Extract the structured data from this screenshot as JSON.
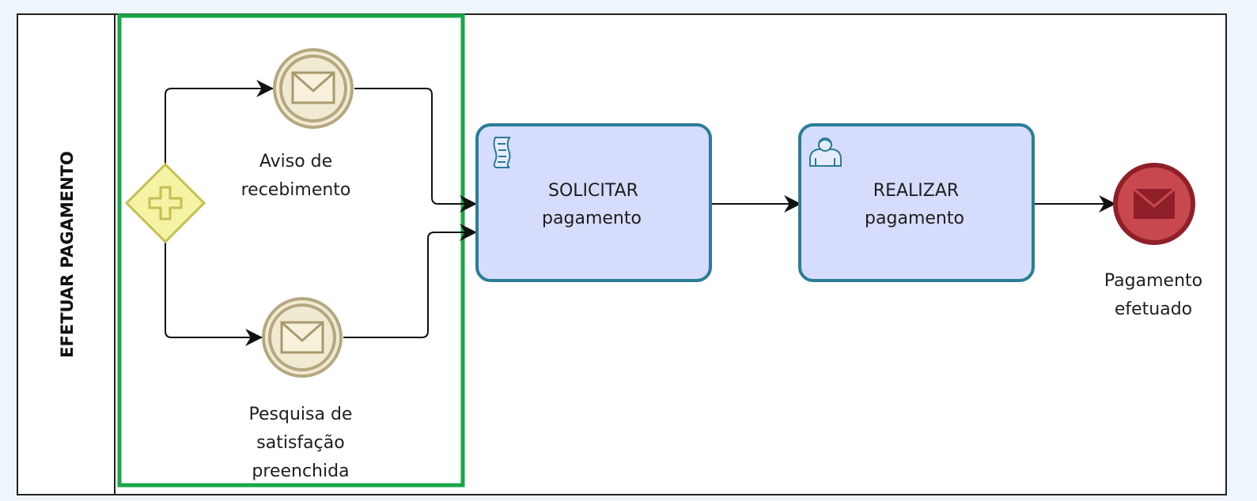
{
  "pool": {
    "lane_label": "EFETUAR PAGAMENTO"
  },
  "events": {
    "aviso": {
      "line1": "Aviso de",
      "line2": "recebimento",
      "icon": "envelope-icon"
    },
    "pesquisa": {
      "line1": "Pesquisa de",
      "line2": "satisfação",
      "line3": "preenchida",
      "icon": "envelope-icon"
    },
    "end": {
      "line1": "Pagamento",
      "line2": "efetuado",
      "icon": "envelope-filled-icon"
    }
  },
  "gateway": {
    "type": "parallel",
    "icon": "plus-icon"
  },
  "tasks": {
    "solicitar": {
      "line1": "SOLICITAR",
      "line2": "pagamento",
      "icon": "script-icon"
    },
    "realizar": {
      "line1": "REALIZAR",
      "line2": "pagamento",
      "icon": "user-icon"
    }
  },
  "colors": {
    "highlight": "#1aa64a",
    "task_fill": "#d6dcfb",
    "task_stroke": "#2a7d97",
    "gateway_fill": "#f4f2a3",
    "gateway_stroke": "#c5bf52",
    "event_fill": "#f1ead2",
    "event_stroke": "#b5a880",
    "end_fill": "#c84850",
    "end_stroke": "#8f1f28"
  }
}
